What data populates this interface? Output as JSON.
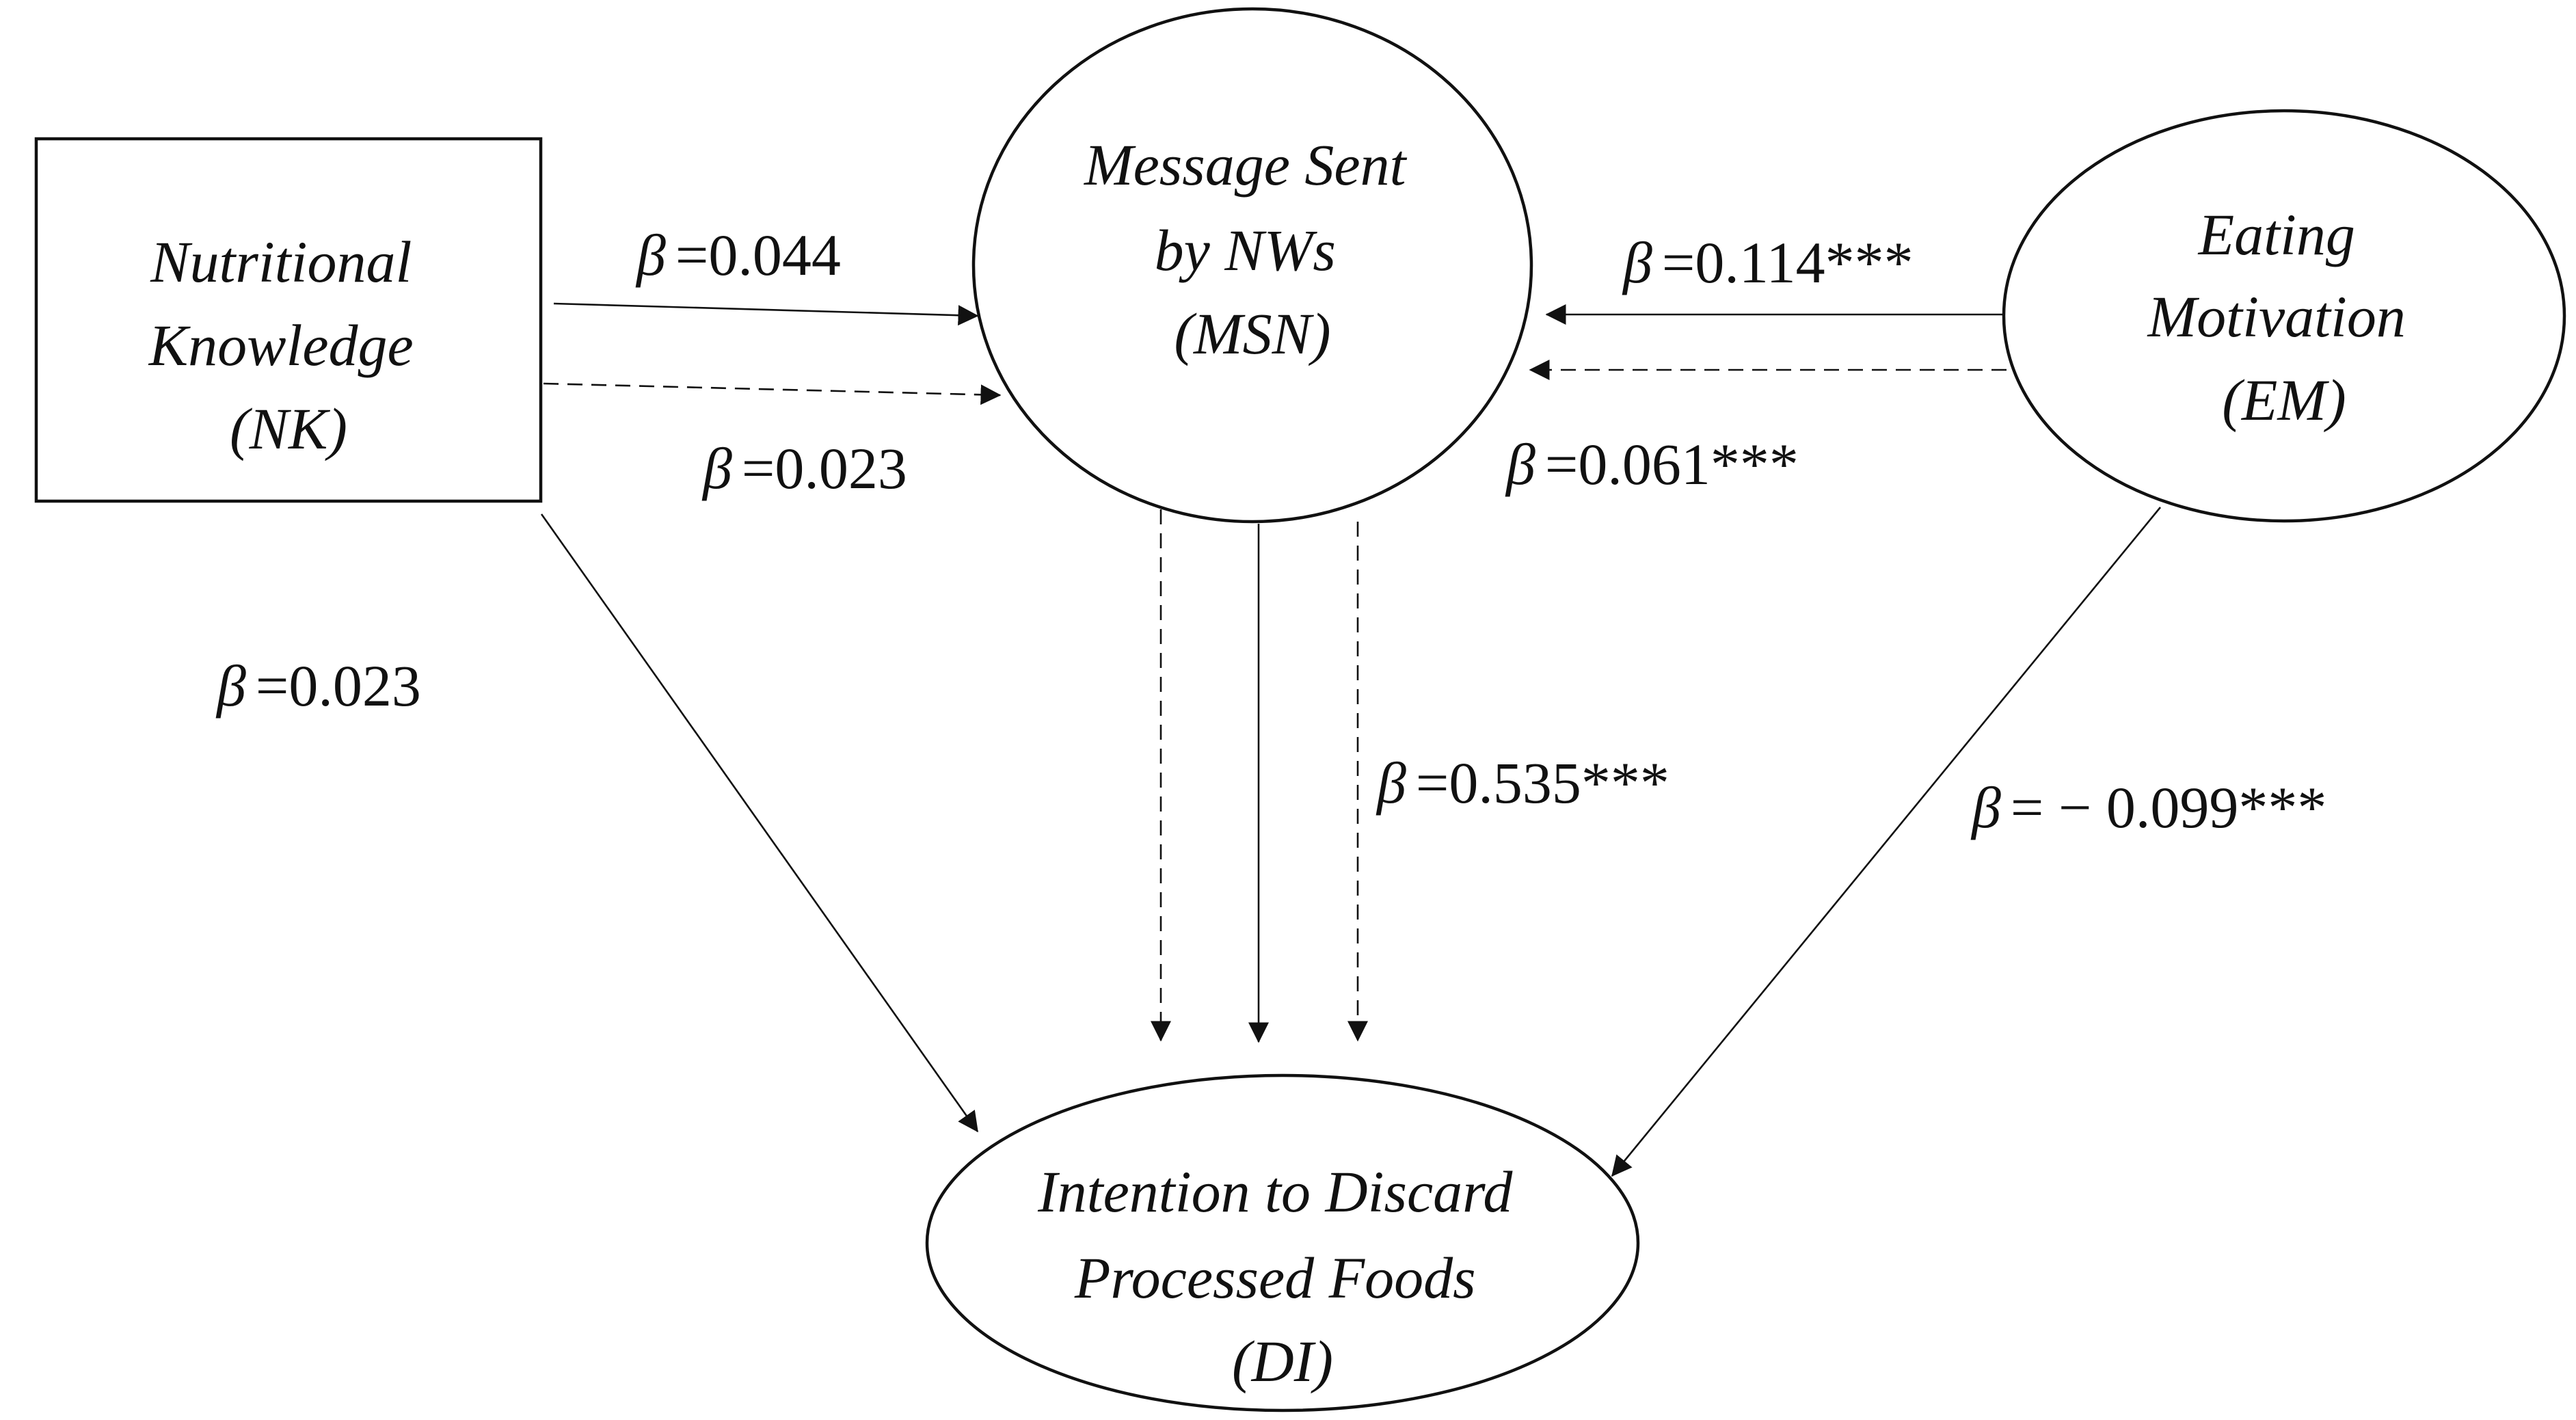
{
  "nodes": {
    "nk": {
      "lines": [
        "Nutritional",
        "Knowledge",
        "(NK)"
      ]
    },
    "msn": {
      "lines": [
        "Message Sent",
        "by NWs",
        "(MSN)"
      ]
    },
    "em": {
      "lines": [
        "Eating",
        "Motivation",
        "(EM)"
      ]
    },
    "di": {
      "lines": [
        "Intention to Discard",
        "Processed Foods",
        "(DI)"
      ]
    }
  },
  "paths": {
    "beta_symbol": "β",
    "nk_msn_solid": "=0.044",
    "nk_msn_dashed": "=0.023",
    "nk_di": "=0.023",
    "em_msn_solid": "=0.114***",
    "em_msn_dashed": "=0.061***",
    "msn_di": "=0.535***",
    "em_di": "= − 0.099***"
  },
  "colors": {
    "line": "#111111",
    "background": "#ffffff"
  }
}
